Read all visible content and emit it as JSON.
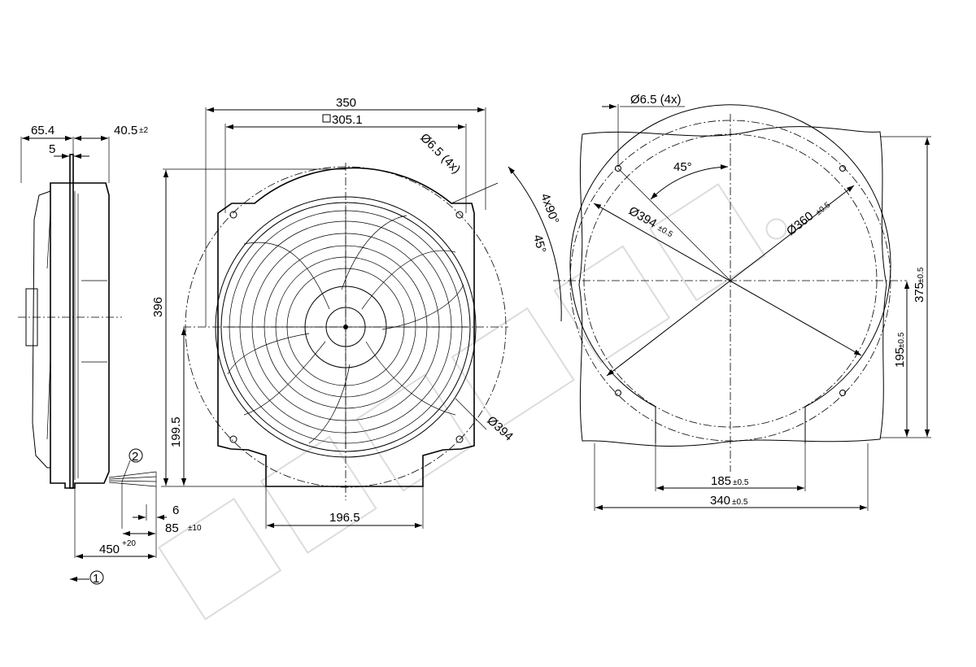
{
  "side_view": {
    "depth": "65.4",
    "flange": "5",
    "overhang": "40.5",
    "overhang_tol": "±2",
    "cable_strip": "6",
    "lead_len": "85",
    "lead_len_tol": "±10",
    "cable_len": "450",
    "cable_len_tol": "+20",
    "callout_1": "1",
    "callout_2": "2"
  },
  "front_view": {
    "width": "350",
    "bolt_square": "305.1",
    "hole": "Ø6.5 (4x)",
    "angle_spacing": "4x90°",
    "angle_offset": "45°",
    "height": "396",
    "center_height": "199.5",
    "base_width": "196.5",
    "diameter": "Ø394"
  },
  "cutout_view": {
    "hole": "Ø6.5 (4x)",
    "angle": "45°",
    "dia_394": "Ø394",
    "dia_394_tol": "±0.5",
    "dia_360": "Ø360",
    "dia_360_tol": "±0.5",
    "height": "375",
    "height_tol": "±0.5",
    "notch_height": "195",
    "notch_height_tol": "±0.5",
    "notch_width": "185",
    "notch_width_tol": "±0.5",
    "width": "340",
    "width_tol": "±0.5"
  }
}
